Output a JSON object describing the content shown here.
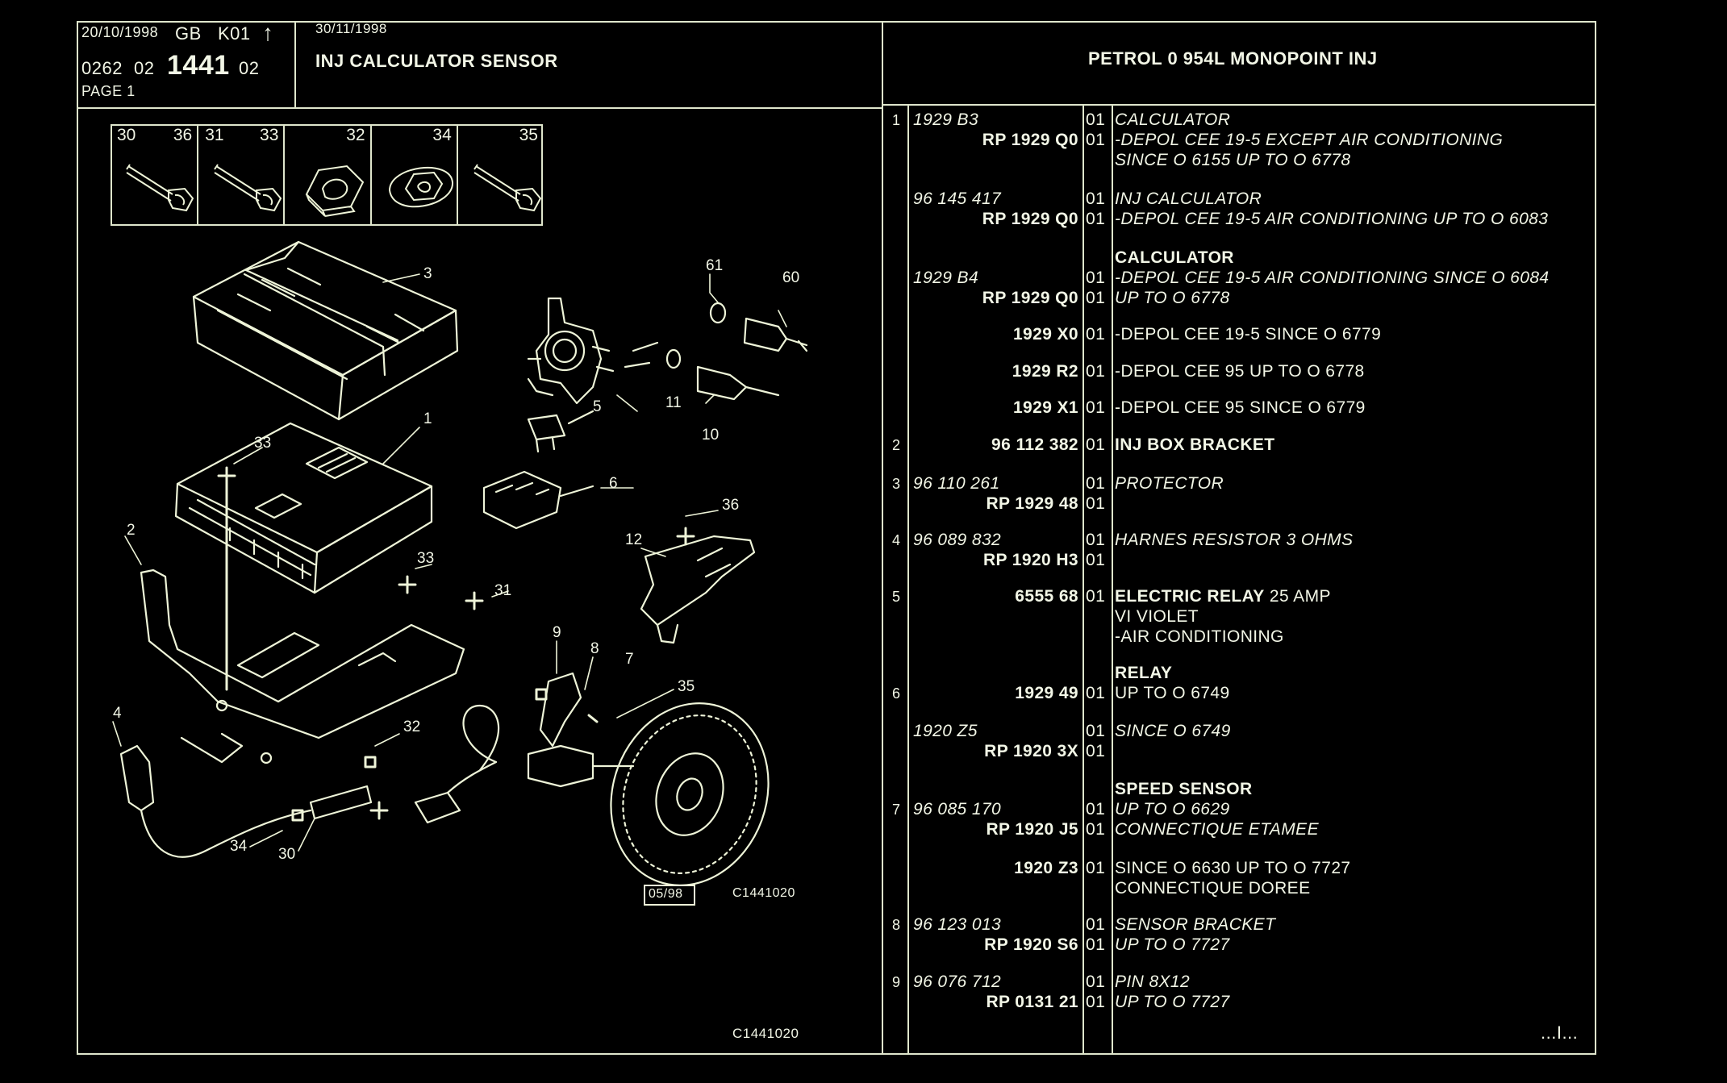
{
  "header": {
    "date1": "20/10/1998",
    "region": "GB",
    "code": "K01",
    "arrow": "↑",
    "doc_prefix": "0262",
    "doc_a": "02",
    "doc_main": "1441",
    "doc_b": "02",
    "page": "PAGE 1",
    "date2": "30/11/1998",
    "title": "INJ CALCULATOR SENSOR",
    "engine": "PETROL 0 954L MONOPOINT INJ"
  },
  "fastener_boxes": [
    {
      "a": "30",
      "b": "36"
    },
    {
      "a": "31",
      "b": "33"
    },
    {
      "a": "",
      "b": "32"
    },
    {
      "a": "",
      "b": "34"
    },
    {
      "a": "",
      "b": "35"
    }
  ],
  "diagram": {
    "callouts": [
      "3",
      "61",
      "60",
      "1",
      "33",
      "5",
      "11",
      "10",
      "6",
      "36",
      "2",
      "12",
      "33",
      "31",
      "9",
      "8",
      "7",
      "35",
      "4",
      "32",
      "34",
      "30"
    ],
    "stamp": "05/98",
    "ref_small": "C1441020",
    "ref_bottom": "C1441020"
  },
  "parts": [
    {
      "no": "1",
      "ref": "1929 B3",
      "ref_italic": true,
      "qty": "01",
      "desc": "CALCULATOR",
      "desc_style": "italic"
    },
    {
      "no": "",
      "ref": "RP  1929 Q0",
      "qty": "01",
      "desc": "-DEPOL CEE 19-5 EXCEPT  AIR CONDITIONING",
      "desc_style": "italic"
    },
    {
      "no": "",
      "ref": "",
      "qty": "",
      "desc": " SINCE  O  6155 UP  TO  O  6778",
      "desc_style": "italic"
    },
    {
      "no": "",
      "ref": "96 145 417",
      "ref_italic": true,
      "qty": "01",
      "desc": "INJ CALCULATOR",
      "desc_style": "italic"
    },
    {
      "no": "",
      "ref": "RP  1929 Q0",
      "qty": "01",
      "desc": "-DEPOL CEE 19-5 AIR CONDITIONING UP  TO  O  6083",
      "desc_style": "italic"
    },
    {
      "no": "",
      "ref": "",
      "qty": "",
      "desc": "CALCULATOR",
      "desc_style": "bold"
    },
    {
      "no": "",
      "ref": "1929 B4",
      "ref_italic": true,
      "qty": "01",
      "desc": "-DEPOL CEE 19-5 AIR CONDITIONING SINCE  O  6084",
      "desc_style": "italic"
    },
    {
      "no": "",
      "ref": "RP  1929 Q0",
      "qty": "01",
      "desc": " UP  TO  O  6778",
      "desc_style": "italic"
    },
    {
      "no": "",
      "ref": "1929 X0",
      "qty": "01",
      "desc": "-DEPOL CEE 19-5 SINCE  O  6779",
      "desc_style": "normal"
    },
    {
      "no": "",
      "ref": "1929 R2",
      "qty": "01",
      "desc": "-DEPOL CEE 95 UP  TO  O  6778",
      "desc_style": "normal"
    },
    {
      "no": "",
      "ref": "1929 X1",
      "qty": "01",
      "desc": "-DEPOL CEE 95 SINCE  O  6779",
      "desc_style": "normal"
    },
    {
      "no": "2",
      "ref": "96 112 382",
      "qty": "01",
      "desc": "INJ BOX BRACKET",
      "desc_style": "bold"
    },
    {
      "no": "3",
      "ref": "96 110 261",
      "ref_italic": true,
      "qty": "01",
      "desc": "PROTECTOR",
      "desc_style": "italic"
    },
    {
      "no": "",
      "ref": "RP  1929 48",
      "qty": "01",
      "desc": "",
      "desc_style": "normal"
    },
    {
      "no": "4",
      "ref": "96 089 832",
      "ref_italic": true,
      "qty": "01",
      "desc": "HARNES RESISTOR 3 OHMS",
      "desc_style": "italic"
    },
    {
      "no": "",
      "ref": "RP  1920 H3",
      "qty": "01",
      "desc": "",
      "desc_style": "normal"
    },
    {
      "no": "5",
      "ref": "6555 68",
      "qty": "01",
      "desc": "ELECTRIC RELAY",
      "desc_extra": " 25 AMP",
      "desc_style": "bold"
    },
    {
      "no": "",
      "ref": "",
      "qty": "",
      "desc": "VI VIOLET",
      "desc_style": "normal"
    },
    {
      "no": "",
      "ref": "",
      "qty": "",
      "desc": "-AIR CONDITIONING",
      "desc_style": "normal"
    },
    {
      "no": "",
      "ref": "",
      "qty": "",
      "desc": "RELAY",
      "desc_style": "bold"
    },
    {
      "no": "6",
      "ref": "1929 49",
      "qty": "01",
      "desc": "UP  TO  O  6749",
      "desc_style": "normal"
    },
    {
      "no": "",
      "ref": "1920 Z5",
      "ref_italic": true,
      "qty": "01",
      "desc": "SINCE  O  6749",
      "desc_style": "italic"
    },
    {
      "no": "",
      "ref": "RP  1920 3X",
      "qty": "01",
      "desc": "",
      "desc_style": "normal"
    },
    {
      "no": "",
      "ref": "",
      "qty": "",
      "desc": "SPEED SENSOR",
      "desc_style": "bold"
    },
    {
      "no": "7",
      "ref": "96 085 170",
      "ref_italic": true,
      "qty": "01",
      "desc": "UP  TO  O  6629",
      "desc_style": "italic"
    },
    {
      "no": "",
      "ref": "RP  1920 J5",
      "qty": "01",
      "desc": "CONNECTIQUE ETAMEE",
      "desc_style": "italic"
    },
    {
      "no": "",
      "ref": "1920 Z3",
      "qty": "01",
      "desc": "SINCE  O  6630 UP  TO  O  7727",
      "desc_style": "normal"
    },
    {
      "no": "",
      "ref": "",
      "qty": "",
      "desc": "CONNECTIQUE DOREE",
      "desc_style": "normal"
    },
    {
      "no": "8",
      "ref": "96 123 013",
      "ref_italic": true,
      "qty": "01",
      "desc": "SENSOR BRACKET",
      "desc_style": "italic"
    },
    {
      "no": "",
      "ref": "RP  1920 S6",
      "qty": "01",
      "desc": "UP  TO  O  7727",
      "desc_style": "italic"
    },
    {
      "no": "9",
      "ref": "96 076 712",
      "ref_italic": true,
      "qty": "01",
      "desc": "PIN 8X12",
      "desc_style": "italic"
    },
    {
      "no": "",
      "ref": "RP  0131 21",
      "qty": "01",
      "desc": "UP  TO  O  7727",
      "desc_style": "italic"
    }
  ],
  "continuation": "...I..."
}
